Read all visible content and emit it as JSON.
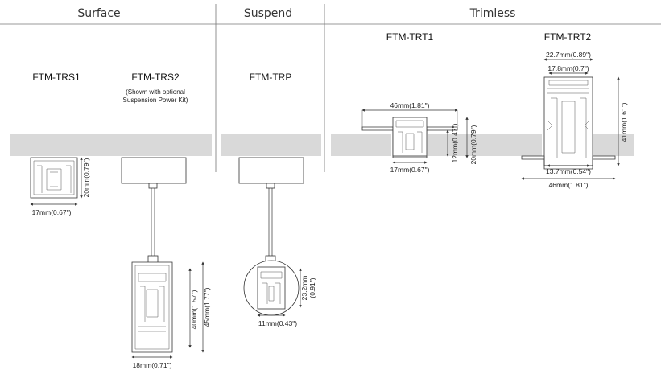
{
  "sections": {
    "surface": "Surface",
    "suspend": "Suspend",
    "trimless": "Trimless"
  },
  "models": {
    "trs1": "FTM-TRS1",
    "trs2": "FTM-TRS2",
    "trs2_note_1": "(Shown with optional",
    "trs2_note_2": "Suspension Power Kit)",
    "trp": "FTM-TRP",
    "trt1": "FTM-TRT1",
    "trt2": "FTM-TRT2"
  },
  "dimensions": {
    "trs1_height": "20mm(0.79\")",
    "trs1_width": "17mm(0.67\")",
    "trs2_height_inner": "40mm(1.57\")",
    "trs2_height_outer": "45mm(1.77\")",
    "trs2_width": "18mm(0.71\")",
    "trp_height_1": "23.2mm",
    "trp_height_2": "(0.91\")",
    "trp_width": "11mm(0.43\")",
    "trt1_flange": "46mm(1.81\")",
    "trt1_height_inner": "12mm(0.47\")",
    "trt1_height_outer": "20mm(0.79\")",
    "trt1_width": "17mm(0.67\")",
    "trt2_top_outer": "22.7mm(0.89\")",
    "trt2_top_inner": "17.8mm(0.7\")",
    "trt2_height": "41mm(1.61\")",
    "trt2_bottom_inner": "13.7mm(0.54\")",
    "trt2_bottom_outer": "46mm(1.81\")"
  }
}
